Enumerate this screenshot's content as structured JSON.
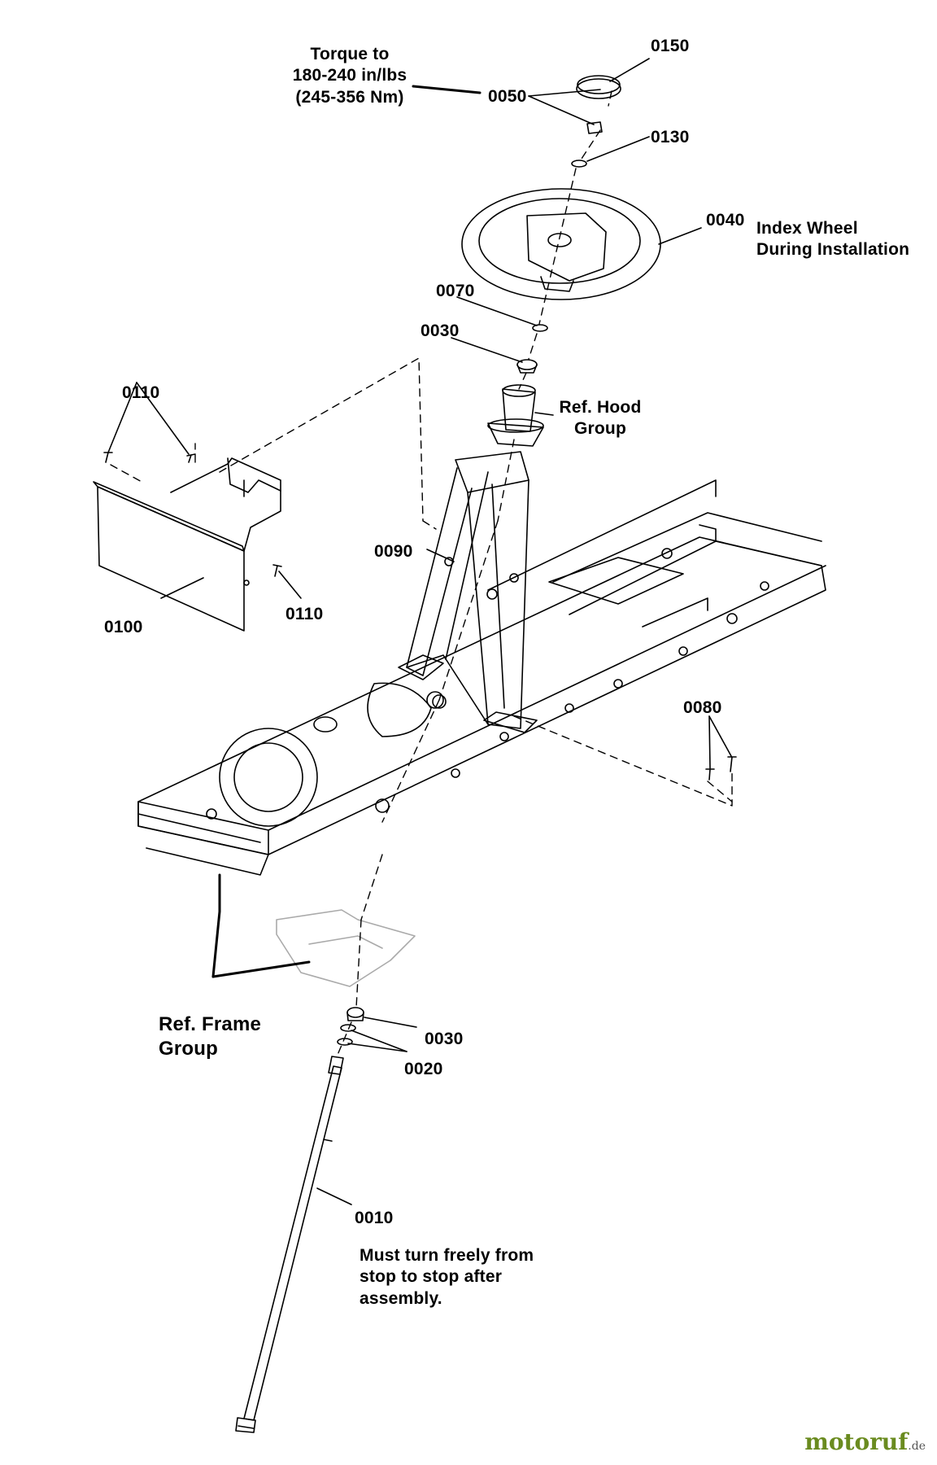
{
  "labels": {
    "p0150": "0150",
    "p0050": "0050",
    "p0130": "0130",
    "p0040": "0040",
    "p0070": "0070",
    "p0030_top": "0030",
    "p0110_top": "0110",
    "p0110_bottom": "0110",
    "p0100": "0100",
    "p0090": "0090",
    "p0080": "0080",
    "p0030_bottom": "0030",
    "p0020": "0020",
    "p0010": "0010"
  },
  "notes": {
    "torque": [
      "Torque to",
      "180-240 in/lbs",
      "(245-356 Nm)"
    ],
    "index_wheel": [
      "Index Wheel",
      "During Installation"
    ],
    "ref_hood": [
      "Ref. Hood",
      "Group"
    ],
    "ref_frame": [
      "Ref. Frame",
      "Group"
    ],
    "turn_freely": [
      "Must turn freely from",
      "stop to stop after",
      "assembly."
    ]
  },
  "watermark": {
    "brand": "motoruf",
    "suffix": ".de"
  },
  "colors": {
    "ink": "#000000",
    "watermark": "#6a8b1f"
  }
}
